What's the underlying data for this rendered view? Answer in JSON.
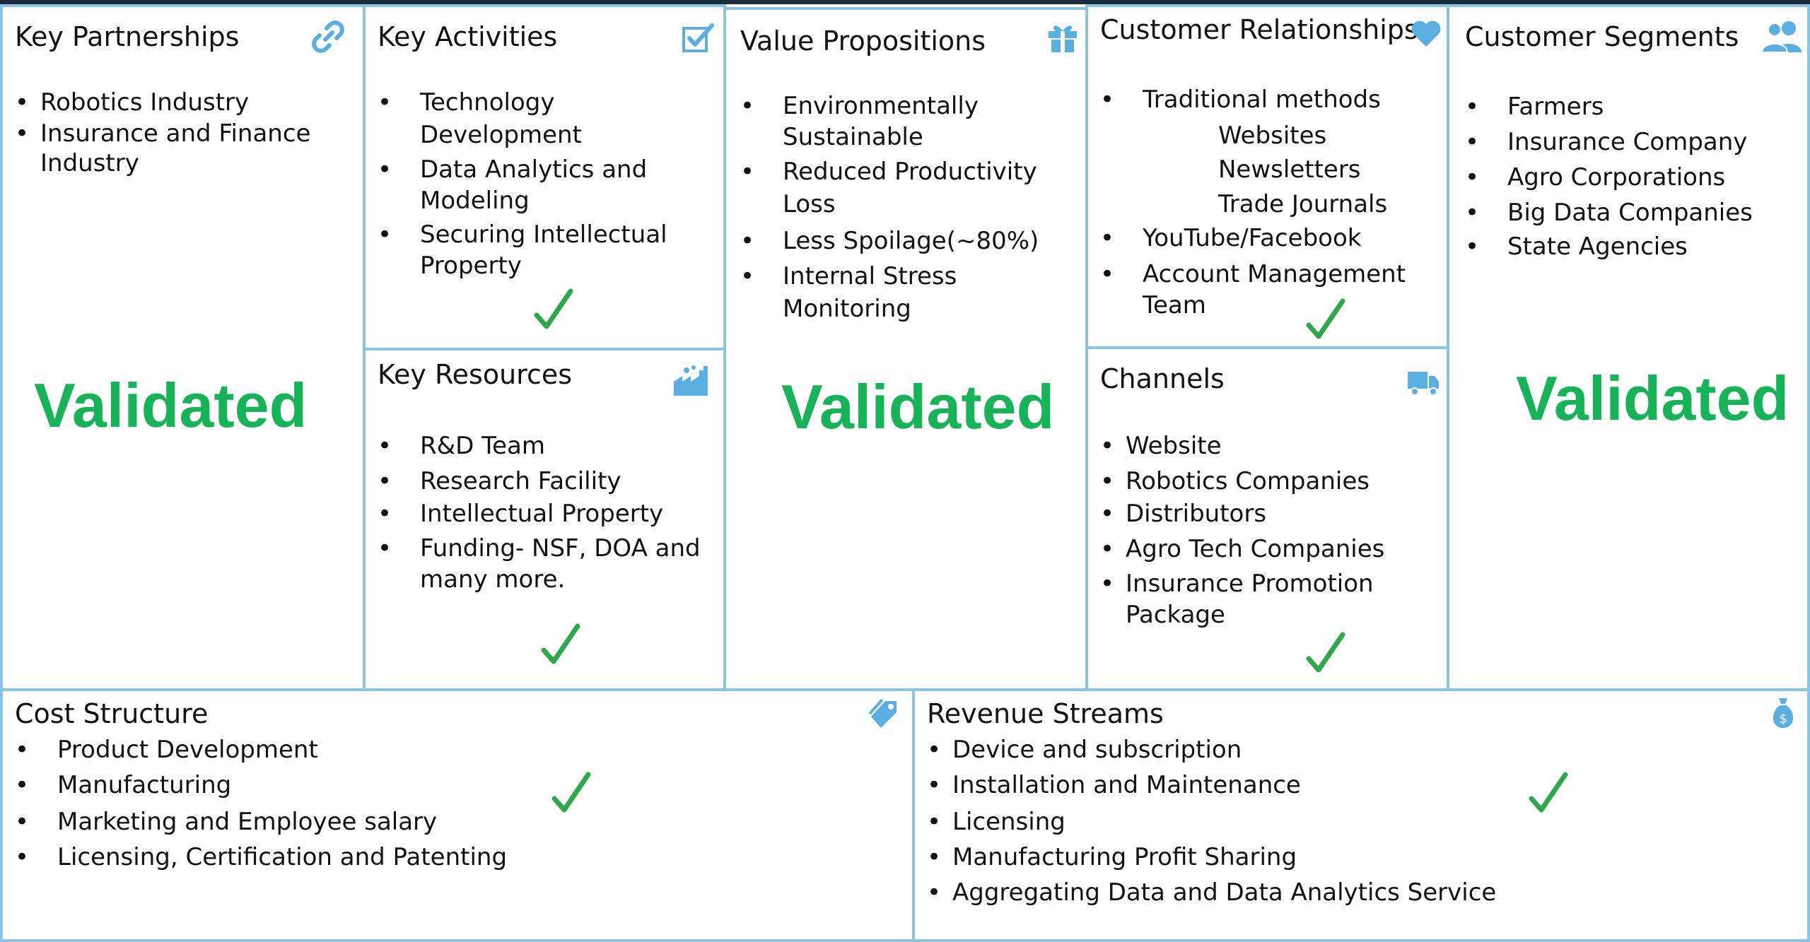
{
  "colors": {
    "border": "#8cc4e3",
    "icon": "#5aaee0",
    "validated": "#18b358",
    "check": "#2ea84a"
  },
  "key_partnerships": {
    "title": "Key Partnerships",
    "icon": "link-icon",
    "items": [
      "Robotics Industry",
      "Insurance and Finance Industry"
    ],
    "status": "Validated"
  },
  "key_activities": {
    "title": "Key Activities",
    "icon": "checkbox-icon",
    "items": [
      "Technology Development",
      "Data Analytics and Modeling",
      "Securing Intellectual Property"
    ],
    "checked": true
  },
  "key_resources": {
    "title": "Key Resources",
    "icon": "factory-icon",
    "items": [
      "R&D Team",
      "Research Facility",
      "Intellectual Property",
      "Funding- NSF, DOA and many more."
    ],
    "checked": true
  },
  "value_propositions": {
    "title": "Value Propositions",
    "icon": "gift-icon",
    "items": [
      "Environmentally Sustainable",
      "Reduced Productivity Loss",
      "Less Spoilage(~80%)",
      "Internal Stress Monitoring"
    ],
    "status": "Validated"
  },
  "customer_relationships": {
    "title": "Customer Relationships",
    "icon": "heart-icon",
    "items": [
      "Traditional methods",
      "Websites",
      "Newsletters",
      "Trade Journals",
      "YouTube/Facebook",
      "Account Management Team"
    ],
    "checked": true
  },
  "channels": {
    "title": "Channels",
    "icon": "truck-icon",
    "items": [
      "Website",
      "Robotics Companies",
      "Distributors",
      "Agro Tech Companies",
      "Insurance Promotion Package"
    ],
    "checked": true
  },
  "customer_segments": {
    "title": "Customer Segments",
    "icon": "people-icon",
    "items": [
      "Farmers",
      "Insurance Company",
      "Agro Corporations",
      "Big Data Companies",
      "State Agencies"
    ],
    "status": "Validated"
  },
  "cost_structure": {
    "title": "Cost Structure",
    "icon": "price-tag-icon",
    "items": [
      "Product Development",
      "Manufacturing",
      "Marketing and Employee salary",
      "Licensing, Certification and Patenting"
    ],
    "checked": true
  },
  "revenue_streams": {
    "title": "Revenue Streams",
    "icon": "money-bag-icon",
    "items": [
      "Device and subscription",
      "Installation and Maintenance",
      "Licensing",
      "Manufacturing Profit Sharing",
      "Aggregating Data and Data Analytics Service"
    ],
    "checked": true
  }
}
